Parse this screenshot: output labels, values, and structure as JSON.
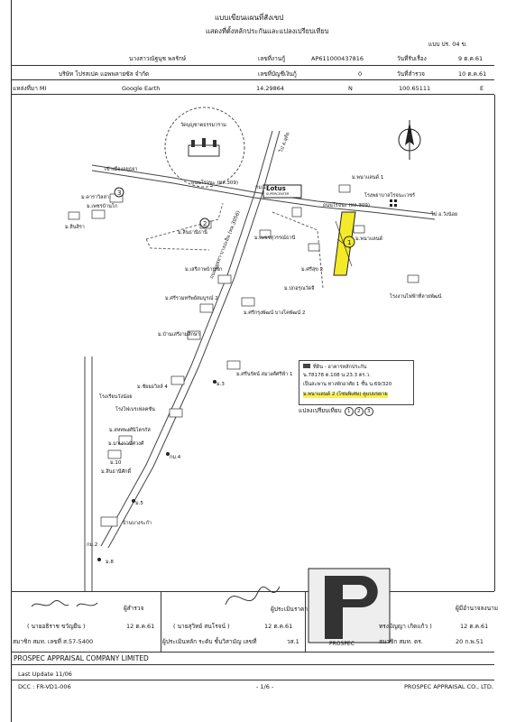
{
  "header": {
    "title": "แบบเขียนแผนที่สังเขป",
    "subtitle": "แสดงที่ตั้งหลักประกันและแปลงเปรียบเทียบ",
    "form_no": "แบบ  ปร. 04 ข."
  },
  "info": {
    "owner": "นางสาวณัฐนุช  พลรักษ์",
    "job_label": "เลขที่งานกู้",
    "job_no": "AP611000437816",
    "received_label": "วันที่รับเรื่อง",
    "received_date": "9 ต.ค.61",
    "company": "บริษัท โปรสเปค แอพพลายซัล จำกัด",
    "account_label": "เลขที่บัญชีเงินกู้",
    "account_no": "0",
    "survey_label": "วันที่สำรวจ",
    "survey_date": "10 ต.ค.61",
    "map_label": "แหล่งที่มา MI",
    "map_source": "Google Earth",
    "lat": "14.29864",
    "lat_dir": "N",
    "lon": "100.65111",
    "lon_dir": "E"
  },
  "map": {
    "temple": "วัดบุญชาตธรรมาราม",
    "road_main_w": "เข้าเมืองอยุธยา",
    "road_306_a": "ถนนโรจนะ (ทล.309)",
    "road_306_b": "ถนนโรจนะ (ทล.309)",
    "road_3056": "ถนนอยุธยา-บางปะอิน (ทล.3056)",
    "road_east": "ไป อ.วังน้อย",
    "road_north": "ไป อ.อุทัย",
    "km12": "กม.12",
    "km4": "กม.4",
    "km2": "กม.2",
    "lotus": "Lotus",
    "lotus_sub": "SUPERCENTER",
    "hospital": "โรงพยาบาลโรจนะเวชร์",
    "villages": [
      "ม.พนาแลนด์ 1",
      "ม.ดาราวิลล่า",
      "ม.เพชรบ้านโก",
      "ม.สินสิรา",
      "ม.ศรีสุข 2",
      "ม.สินธานีธานี",
      "ม.เพชรสุวรรณ์ธานี",
      "ม.พนาแลนด์",
      "ม.ปกอรุณวัดจี",
      "ม.เสรีภาพบ้านซีก",
      "ม.ศรีรวมทรัพย์สมบูรณ์ 2",
      "ม.ศรีกรุงพัฒน์ บางโคพัฒน์ 2",
      "ม.บ้านเสรีงามสิกษา",
      "ม.มาเงาวนัศวงศ์",
      "ม.ศรีนรัตน์ สมวงศ์ศรีฟ้า 1",
      "ม.ชัยยอวิลล์ 4",
      "โรงไฟเบรเฟลคชัน",
      "โรงเรียนวังน้อย",
      "ม.สหทพงศ์นิโครกัส",
      "ม.10",
      "ม.สินธานีศักดิ์",
      "ม.5",
      "ม.8",
      "ม.3",
      "โรงงานไฟฟ้าที่ลายพัฒน์",
      "บ้านบางระกำ"
    ],
    "markers": [
      "1",
      "2",
      "3"
    ],
    "north": "N"
  },
  "legend": {
    "row1": "ที่ดิน - อาคารหลักประกัน",
    "row2": "น.78178 ต.108 น.23.3 ตร.ว.",
    "row3": "เป็นสะพาน ทางพักอาศัย 1 ชั้น น.69/320",
    "row4": "ม.พนาแลนด์ 2 (โซนพิเศษ) ตูแบบขยาย"
  },
  "compare_label": "แปลงเปรียบเทียบ",
  "compare_marks": [
    "1",
    "2",
    "3"
  ],
  "footer": {
    "sign1_role": "ผู้สำรวจ",
    "sign1_name": "( นายอธิราช  ขวัญยืน )",
    "sign1_date": "12 ต.ค.61",
    "sign1_member": "สมาชิก สมท. เลขที่  ส.57-5400",
    "sign2_role": "ผู้ประเมินราคา",
    "sign2_name": "( นายสุวิทย์  สนโรจน์ )",
    "sign2_date": "12 ต.ค.61",
    "sign2_license": "ผู้ประเมินหลัก ระดับ ชั้นวิสามัญ  เลขที่",
    "sign2_license_no": "วส.1",
    "sign3_role": "ผู้มีอำนาจลงนาม",
    "sign3_name": "ทรงมัญญา เกิดแก้ว )",
    "sign3_date": "12 ต.ค.61",
    "sign3_member": "สมาชิก สมท. ตร.",
    "sign3_member_date": "20 ก.พ.51",
    "stamp": "PROSPEC",
    "company_en": "PROSPEC APPRAISAL COMPANY LIMITED",
    "last_update": "Last Update 11/06",
    "doc_code": "DCC : FR-VD1-006",
    "page": "- 1/6 -",
    "copyright": "PROSPEC APPRAISAL CO., LTD."
  }
}
